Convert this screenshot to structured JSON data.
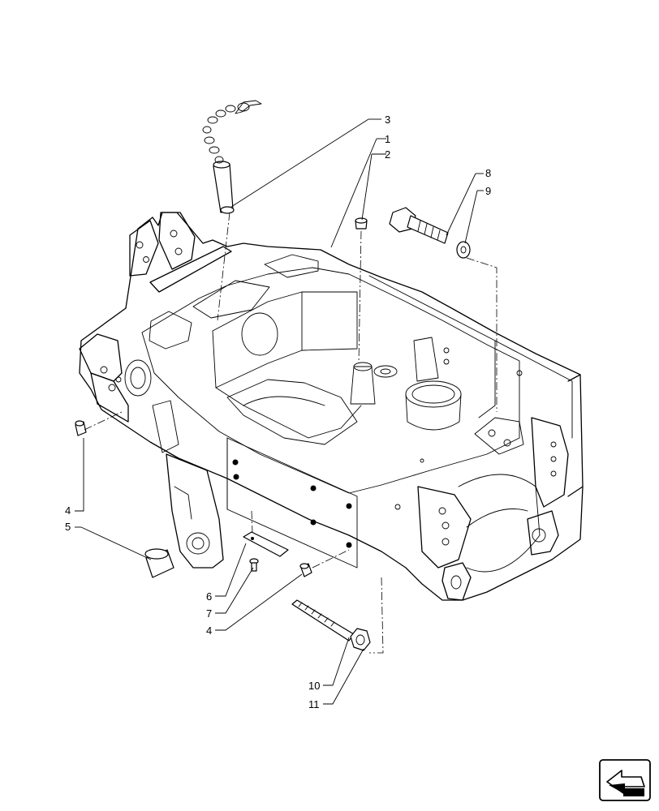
{
  "callouts": [
    {
      "id": "c1",
      "label": "1"
    },
    {
      "id": "c2",
      "label": "2"
    },
    {
      "id": "c3",
      "label": "3"
    },
    {
      "id": "c4a",
      "label": "4"
    },
    {
      "id": "c4b",
      "label": "4"
    },
    {
      "id": "c5",
      "label": "5"
    },
    {
      "id": "c6",
      "label": "6"
    },
    {
      "id": "c7",
      "label": "7"
    },
    {
      "id": "c8",
      "label": "8"
    },
    {
      "id": "c9",
      "label": "9"
    },
    {
      "id": "c10",
      "label": "10"
    },
    {
      "id": "c11",
      "label": "11"
    }
  ],
  "nav": {
    "icon": "previous-page-arrow-icon"
  }
}
